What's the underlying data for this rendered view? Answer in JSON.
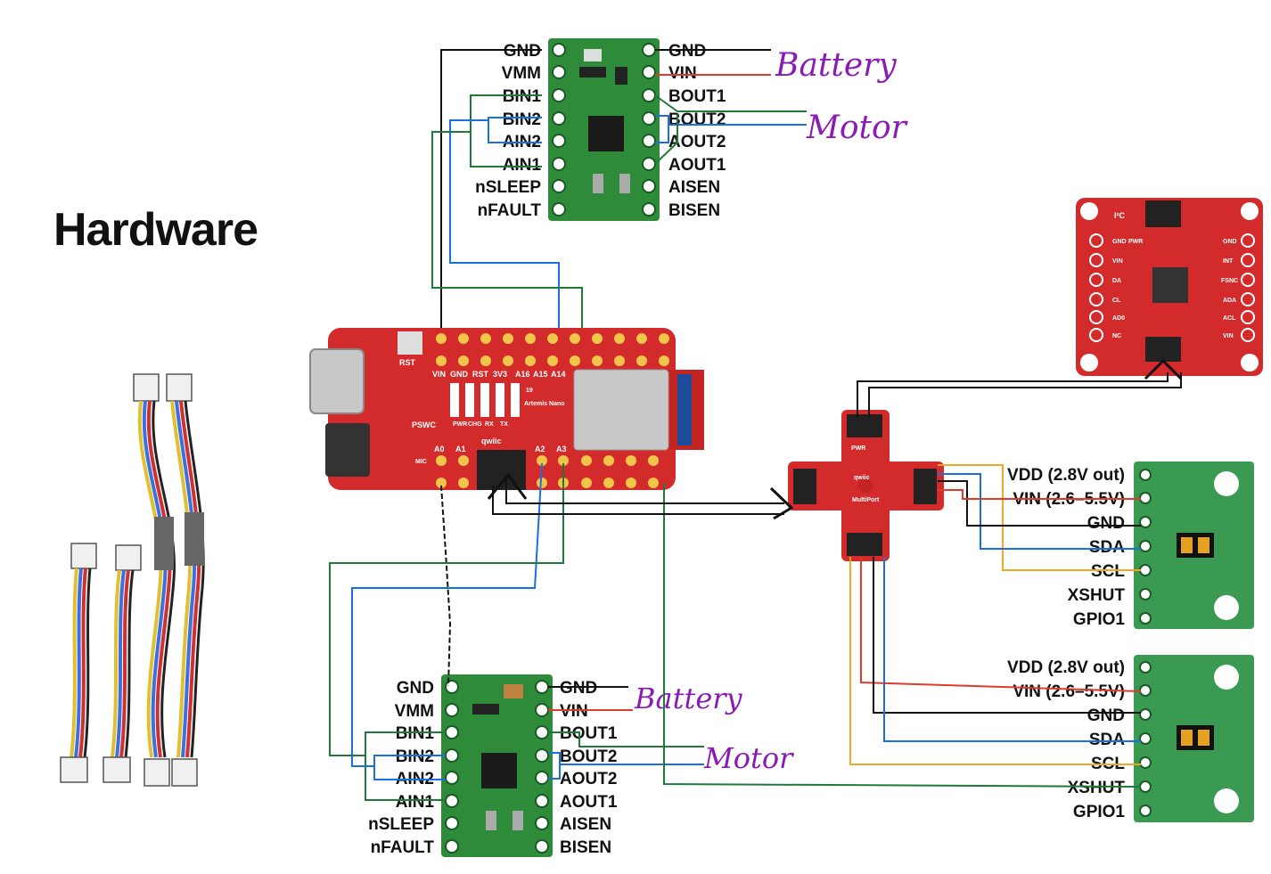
{
  "title": "Hardware",
  "motor_driver_top": {
    "left_pins": [
      "GND",
      "VMM",
      "BIN1",
      "BIN2",
      "AIN2",
      "AIN1",
      "nSLEEP",
      "nFAULT"
    ],
    "right_pins": [
      "GND",
      "VIN",
      "BOUT1",
      "BOUT2",
      "AOUT2",
      "AOUT1",
      "AISEN",
      "BISEN"
    ],
    "battery_note": "Battery",
    "motor_note": "Motor"
  },
  "motor_driver_bottom": {
    "left_pins": [
      "GND",
      "VMM",
      "BIN1",
      "BIN2",
      "AIN2",
      "AIN1",
      "nSLEEP",
      "nFAULT"
    ],
    "right_pins": [
      "GND",
      "VIN",
      "BOUT1",
      "BOUT2",
      "AOUT2",
      "AOUT1",
      "AISEN",
      "BISEN"
    ],
    "battery_note": "Battery",
    "motor_note": "Motor"
  },
  "tof_sensor_top": {
    "pins": [
      "VDD (2.8V out)",
      "VIN (2.6–5.5V)",
      "GND",
      "SDA",
      "SCL",
      "XSHUT",
      "GPIO1"
    ]
  },
  "tof_sensor_bottom": {
    "pins": [
      "VDD (2.8V out)",
      "VIN (2.6–5.5V)",
      "GND",
      "SDA",
      "SCL",
      "XSHUT",
      "GPIO1"
    ]
  },
  "artemis_board": {
    "top_labels": [
      "VIN",
      "GND",
      "RST",
      "3V3",
      "A16",
      "A15",
      "A14"
    ],
    "side_labels": [
      "PWR",
      "CHG",
      "RX",
      "TX",
      "19"
    ],
    "board_name": "Artemis Nano",
    "bottom_labels": [
      "A0",
      "A1",
      "A2",
      "A3"
    ],
    "misc": [
      "RST",
      "PSWC",
      "MIC",
      "qwiic"
    ]
  },
  "multiport": {
    "labels": [
      "PWR",
      "qwiic",
      "MultiPort"
    ]
  },
  "imu": {
    "left_pins": [
      "GND",
      "VIN",
      "DA",
      "CL",
      "AD0",
      "NC"
    ],
    "right_pins": [
      "GND",
      "INT",
      "FSNC",
      "ADA",
      "ACL",
      "VIN"
    ],
    "labels": [
      "I²C",
      "PWR"
    ]
  },
  "colors": {
    "board_red": "#d32b2b",
    "driver_green": "#2e8b3a",
    "tof_green": "#3a9a52",
    "wire_green": "#1f7a3a",
    "wire_blue": "#1a6fe0",
    "wire_red": "#e03a2a",
    "wire_orange": "#f5a623",
    "wire_black": "#111111",
    "handwriting": "#8a1bb5"
  }
}
